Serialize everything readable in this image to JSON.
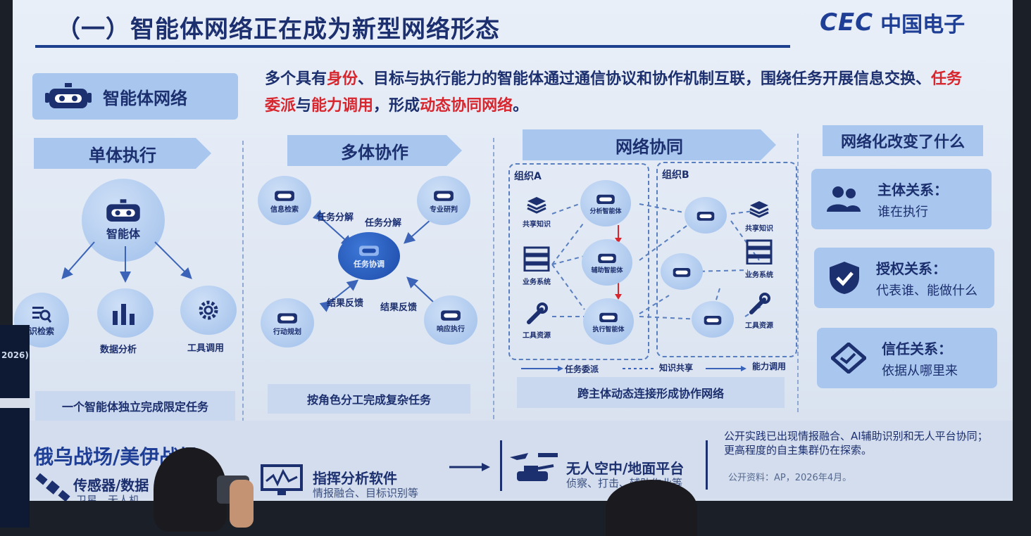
{
  "slide": {
    "title": "（一）智能体网络正在成为新型网络形态",
    "logo_text": "CEC",
    "logo_cn": "中国电子",
    "chip_label": "智能体网络",
    "intro": {
      "s1": "多个具有",
      "r1": "身份",
      "s2": "、目标与执行能力的智能体通过通信协议和协作机制互联，围绕任务开展信息交换、",
      "r2": "任务委派",
      "s3": "与",
      "r3": "能力调用",
      "s4": "，形成",
      "r4": "动态协同网络",
      "s5": "。"
    },
    "single": {
      "banner": "单体执行",
      "center": "智能体",
      "nodes": [
        "识检索",
        "数据分析",
        "工具调用"
      ],
      "caption": "一个智能体独立完成限定任务"
    },
    "multi": {
      "banner": "多体协作",
      "center": "任务协调",
      "nodes": [
        "信息检索",
        "专业研判",
        "行动规划",
        "响应执行"
      ],
      "edges": [
        "任务分解",
        "任务分解",
        "结果反馈",
        "结果反馈"
      ],
      "caption": "按角色分工完成复杂任务"
    },
    "network": {
      "banner": "网络协同",
      "org_a": "组织A",
      "org_b": "组织B",
      "a_left": [
        "共享知识",
        "业务系统",
        "工具资源"
      ],
      "a_agents": [
        "分析智能体",
        "辅助智能体",
        "执行智能体"
      ],
      "b_right": [
        "共享知识",
        "业务系统",
        "工具资源"
      ],
      "legend": [
        "任务委派",
        "知识共享",
        "能力调用"
      ],
      "caption": "跨主体动态连接形成协作网络"
    },
    "changes": {
      "heading": "网络化改变了什么",
      "items": [
        {
          "title": "主体关系：",
          "sub": "谁在执行"
        },
        {
          "title": "授权关系：",
          "sub": "代表谁、能做什么"
        },
        {
          "title": "信任关系：",
          "sub": "依据从哪里来"
        }
      ]
    },
    "bottom": {
      "title": "俄乌战场/美伊战场",
      "sensor_title": "传感器/数据",
      "sensor_sub": "卫星、无人机",
      "software_title": "指挥分析软件",
      "software_sub": "情报融合、目标识别等",
      "platform_title": "无人空中/地面平台",
      "platform_sub": "侦察、打击、辅助作业等",
      "note": "公开实践已出现情报融合、AI辅助识别和无人平台协同；更高程度的自主集群仍在探索。",
      "source": "公开资料：AP，2026年4月。"
    },
    "podium_label": "2026)"
  },
  "colors": {
    "accent": "#1f3f96",
    "highlight": "#d8262f",
    "panel": "#a9c7ee"
  }
}
